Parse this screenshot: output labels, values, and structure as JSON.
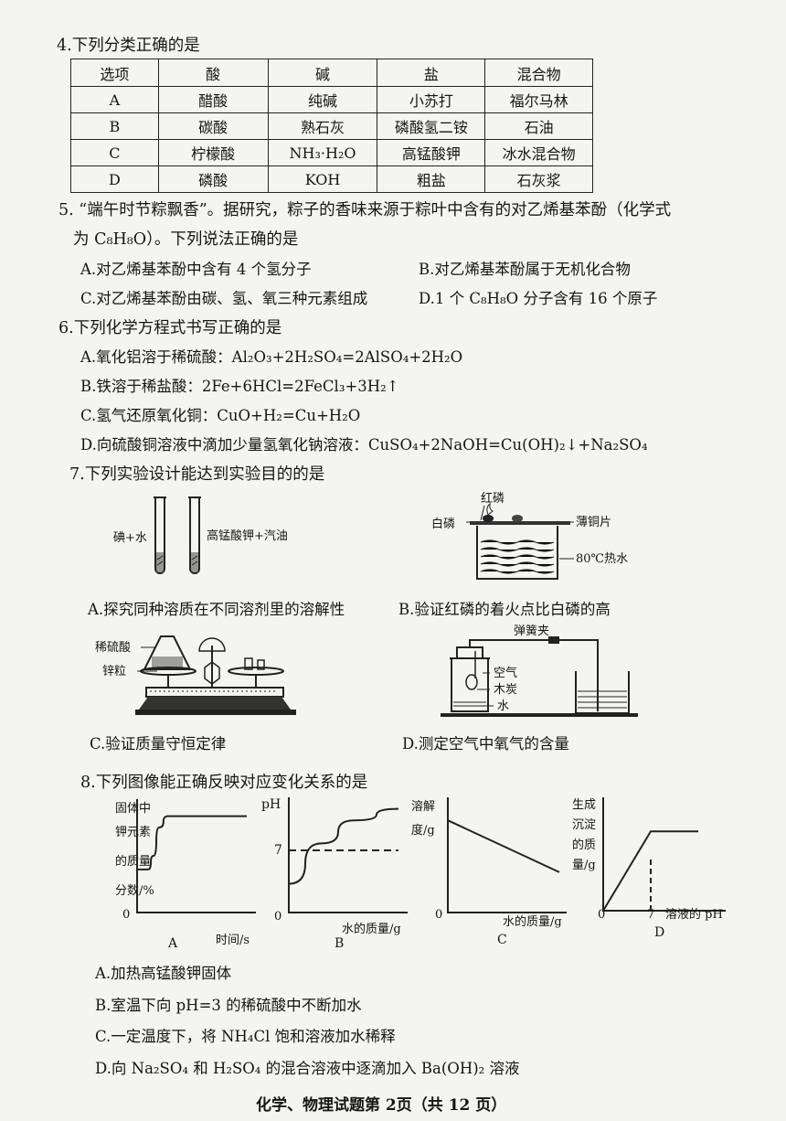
{
  "q4": {
    "stem": "4.下列分类正确的是",
    "headers": [
      "选项",
      "酸",
      "碱",
      "盐",
      "混合物"
    ],
    "rows": [
      [
        "A",
        "醋酸",
        "纯碱",
        "小苏打",
        "福尔马林"
      ],
      [
        "B",
        "碳酸",
        "熟石灰",
        "磷酸氢二铵",
        "石油"
      ],
      [
        "C",
        "柠檬酸",
        "NH₃·H₂O",
        "高锰酸钾",
        "冰水混合物"
      ],
      [
        "D",
        "磷酸",
        "KOH",
        "粗盐",
        "石灰浆"
      ]
    ]
  },
  "q5": {
    "line1": "5. “端午时节粽飘香”。据研究，粽子的香味来源于粽叶中含有的对乙烯基苯酚（化学式",
    "line2": "为 C₈H₈O）。下列说法正确的是",
    "A": "A.对乙烯基苯酚中含有 4 个氢分子",
    "B": "B.对乙烯基苯酚属于无机化合物",
    "C": "C.对乙烯基苯酚由碳、氢、氧三种元素组成",
    "D": "D.1 个 C₈H₈O 分子含有 16 个原子"
  },
  "q6": {
    "stem": "6.下列化学方程式书写正确的是",
    "A": "A.氧化铝溶于稀硫酸：Al₂O₃+2H₂SO₄=2AlSO₄+2H₂O",
    "B": "B.铁溶于稀盐酸：2Fe+6HCl=2FeCl₃+3H₂↑",
    "C": "C.氢气还原氧化铜：CuO+H₂=Cu+H₂O",
    "D": "D.向硫酸铜溶液中滴加少量氢氧化钠溶液：CuSO₄+2NaOH=Cu(OH)₂↓+Na₂SO₄"
  },
  "q7": {
    "stem": "7.下列实验设计能达到实验目的的是",
    "figA": {
      "left_label": "碘+水",
      "right_label": "高锰酸钾+汽油"
    },
    "figB": {
      "red": "红磷",
      "white": "白磷",
      "copper": "薄铜片",
      "water": "80℃热水"
    },
    "figC": {
      "acid": "稀硫酸",
      "zinc": "锌粒"
    },
    "figD": {
      "clip": "弹簧夹",
      "air": "空气",
      "charcoal": "木炭",
      "water": "水"
    },
    "A": "A.探究同种溶质在不同溶剂里的溶解性",
    "B": "B.验证红磷的着火点比白磷的高",
    "C": "C.验证质量守恒定律",
    "D": "D.测定空气中氧气的含量"
  },
  "q8": {
    "stem": "8.下列图像能正确反映对应变化关系的是",
    "A": "A.加热高锰酸钾固体",
    "B": "B.室温下向 pH=3 的稀硫酸中不断加水",
    "C": "C.一定温度下，将 NH₄Cl 饱和溶液加水稀释",
    "D": "D.向 Na₂SO₄ 和 H₂SO₄ 的混合溶液中逐滴加入 Ba(OH)₂ 溶液"
  },
  "chart_data": [
    {
      "type": "line",
      "ylabel": "固体中钾元素的质量分数/%",
      "xlabel": "时间/s",
      "origin": "0",
      "caption": "A",
      "series": [
        {
          "x": [
            0,
            0.1,
            0.15,
            0.2,
            0.28,
            1
          ],
          "y": [
            0.38,
            0.38,
            0.5,
            0.75,
            0.85,
            0.85
          ]
        }
      ]
    },
    {
      "type": "line",
      "ylabel": "pH",
      "xlabel": "水的质量/g",
      "origin": "0",
      "ytick": "7",
      "caption": "B",
      "series": [
        {
          "x": [
            0,
            0.3,
            0.6,
            1
          ],
          "y": [
            0.25,
            0.6,
            0.8,
            0.9
          ]
        },
        {
          "dashed_at": 7
        }
      ]
    },
    {
      "type": "line",
      "ylabel": "溶解度/g",
      "xlabel": "水的质量/g",
      "origin": "0",
      "caption": "C",
      "series": [
        {
          "x": [
            0,
            1
          ],
          "y": [
            0.8,
            0.35
          ]
        }
      ]
    },
    {
      "type": "line",
      "ylabel": "生成沉淀的质量/g",
      "xlabel": "溶液的 pH",
      "origin": "0",
      "xtick": "7",
      "caption": "D",
      "series": [
        {
          "x": [
            0,
            0.5,
            1
          ],
          "y": [
            0,
            0.7,
            0.7
          ]
        }
      ]
    }
  ],
  "footer": "化学、物理试题第 2页（共 12 页）"
}
